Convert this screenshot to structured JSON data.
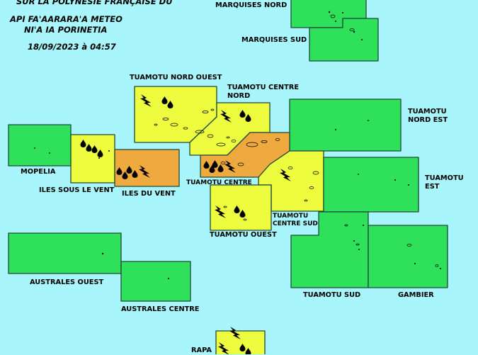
{
  "header": {
    "line1": "SUR LA POLYNÉSIE FRANÇAISE DU",
    "line2": "API FA'AARARA'A METEO",
    "line3": "NI'A IA PORINETIA",
    "date": "18/09/2023 à 04:57"
  },
  "colors": {
    "sea": "#a8f6fb",
    "green": "#2ee05a",
    "yellow": "#eefc3f",
    "orange": "#eeaa3f",
    "border": "#1d4a3a"
  },
  "zones": [
    {
      "id": "marquises-nord",
      "label": "MARQUISES NORD",
      "level": "green"
    },
    {
      "id": "marquises-sud",
      "label": "MARQUISES SUD",
      "level": "green"
    },
    {
      "id": "tuamotu-nord-ouest",
      "label": "TUAMOTU NORD OUEST",
      "level": "yellow",
      "hazards": [
        "thunderstorm-icon",
        "rain-icon"
      ]
    },
    {
      "id": "tuamotu-centre-nord",
      "label": "TUAMOTU CENTRE NORD",
      "level": "yellow",
      "hazards": [
        "thunderstorm-icon",
        "rain-icon"
      ]
    },
    {
      "id": "tuamotu-nord-est",
      "label": "TUAMOTU NORD EST",
      "level": "green"
    },
    {
      "id": "mopelia",
      "label": "MOPELIA",
      "level": "green"
    },
    {
      "id": "iles-sous-le-vent",
      "label": "ILES SOUS LE VENT",
      "level": "yellow",
      "hazards": [
        "rain-icon"
      ]
    },
    {
      "id": "iles-du-vent",
      "label": "ILES DU VENT",
      "level": "orange",
      "hazards": [
        "rain-icon",
        "thunderstorm-icon"
      ]
    },
    {
      "id": "tuamotu-centre",
      "label": "TUAMOTU CENTRE",
      "level": "orange",
      "hazards": [
        "rain-icon",
        "thunderstorm-icon"
      ]
    },
    {
      "id": "tuamotu-centre-sud",
      "label": "TUAMOTU CENTRE SUD",
      "level": "yellow",
      "hazards": [
        "thunderstorm-icon"
      ]
    },
    {
      "id": "tuamotu-est",
      "label": "TUAMOTU EST",
      "level": "green"
    },
    {
      "id": "tuamotu-ouest",
      "label": "TUAMOTU OUEST",
      "level": "yellow",
      "hazards": [
        "thunderstorm-icon",
        "rain-icon"
      ]
    },
    {
      "id": "australes-ouest",
      "label": "AUSTRALES OUEST",
      "level": "green"
    },
    {
      "id": "australes-centre",
      "label": "AUSTRALES CENTRE",
      "level": "green"
    },
    {
      "id": "tuamotu-sud",
      "label": "TUAMOTU SUD",
      "level": "green"
    },
    {
      "id": "gambier",
      "label": "GAMBIER",
      "level": "green"
    },
    {
      "id": "rapa",
      "label": "RAPA",
      "level": "yellow",
      "hazards": [
        "thunderstorm-icon",
        "rain-icon"
      ]
    }
  ],
  "labels": {
    "marquises_nord": "MARQUISES NORD",
    "marquises_sud": "MARQUISES SUD",
    "tuamotu_nord_ouest": "TUAMOTU NORD OUEST",
    "tuamotu_centre_nord_1": "TUAMOTU CENTRE",
    "tuamotu_centre_nord_2": "NORD",
    "tuamotu_nord_est_1": "TUAMOTU",
    "tuamotu_nord_est_2": "NORD EST",
    "mopelia": "MOPELIA",
    "iles_sous_le_vent": "ILES SOUS LE VENT",
    "iles_du_vent": "ILES DU VENT",
    "tuamotu_centre": "TUAMOTU CENTRE",
    "tuamotu_est_1": "TUAMOTU",
    "tuamotu_est_2": "EST",
    "tuamotu_centre_sud_1": "TUAMOTU",
    "tuamotu_centre_sud_2": "CENTRE SUD",
    "tuamotu_ouest": "TUAMOTU OUEST",
    "australes_ouest": "AUSTRALES OUEST",
    "australes_centre": "AUSTRALES CENTRE",
    "tuamotu_sud": "TUAMOTU SUD",
    "gambier": "GAMBIER",
    "rapa": "RAPA"
  }
}
